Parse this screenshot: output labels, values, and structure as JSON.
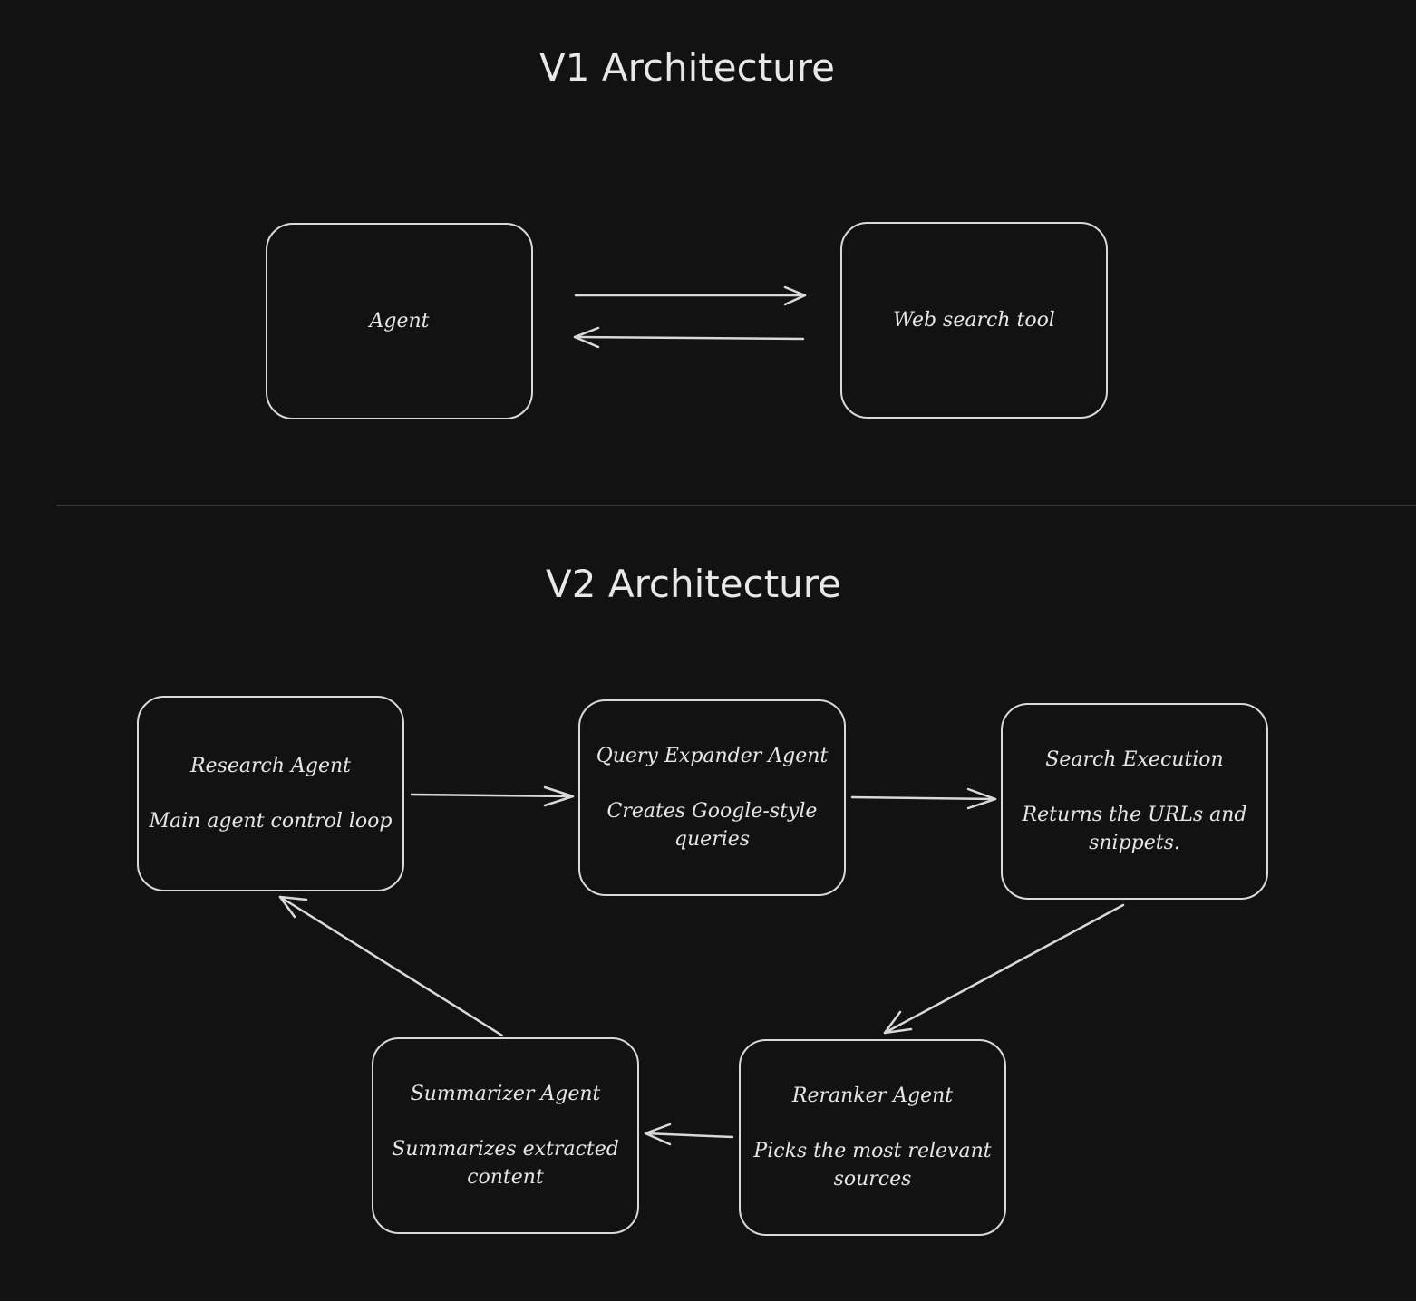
{
  "v1": {
    "title": "V1 Architecture",
    "nodes": {
      "agent": {
        "label": "Agent"
      },
      "web_search_tool": {
        "label": "Web search tool"
      }
    }
  },
  "v2": {
    "title": "V2 Architecture",
    "nodes": {
      "research_agent": {
        "label": "Research Agent",
        "description": "Main agent control loop"
      },
      "query_expander_agent": {
        "label": "Query Expander Agent",
        "description": "Creates Google-style queries"
      },
      "search_execution": {
        "label": "Search Execution",
        "description": "Returns the URLs and snippets."
      },
      "reranker_agent": {
        "label": "Reranker Agent",
        "description": "Picks the most relevant sources"
      },
      "summarizer_agent": {
        "label": "Summarizer Agent",
        "description": "Summarizes extracted content"
      }
    }
  },
  "colors": {
    "background": "#121212",
    "stroke": "#d9d9d9",
    "text": "#e6e6e6",
    "divider": "#3a3a3a"
  }
}
